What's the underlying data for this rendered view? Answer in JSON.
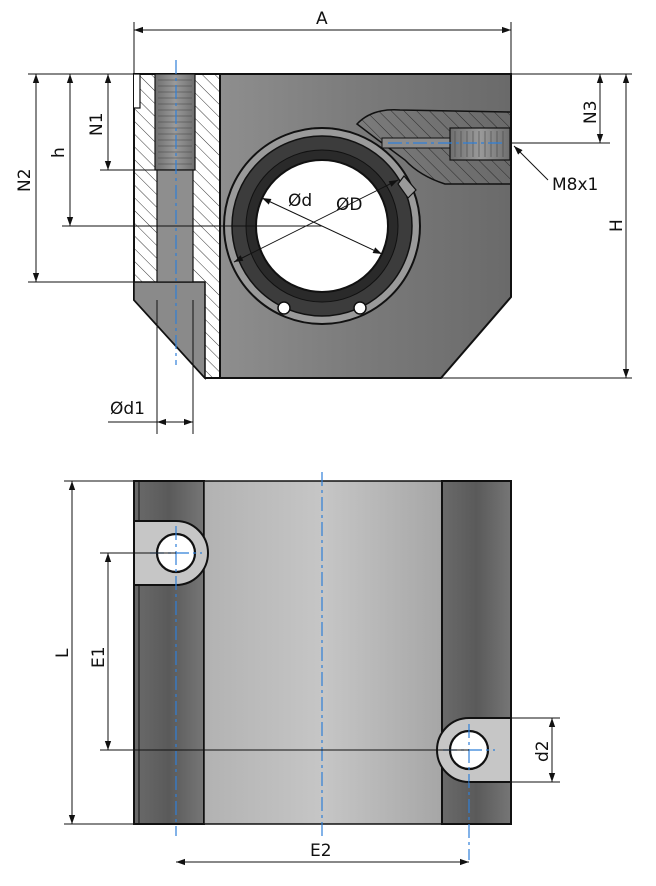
{
  "labels": {
    "A": "A",
    "H": "H",
    "h": "h",
    "N1": "N1",
    "N2": "N2",
    "N3": "N3",
    "d_inner": "Ød",
    "D_outer": "ØD",
    "d1": "Ød1",
    "thread": "M8x1",
    "L": "L",
    "E1": "E1",
    "E2": "E2",
    "d2": "d2"
  },
  "colors": {
    "body_dark": "#5e5e5e",
    "body_mid": "#8c8c8c",
    "body_light": "#c4c4c4",
    "centerline": "#2f7fd8",
    "outline": "#111111"
  }
}
